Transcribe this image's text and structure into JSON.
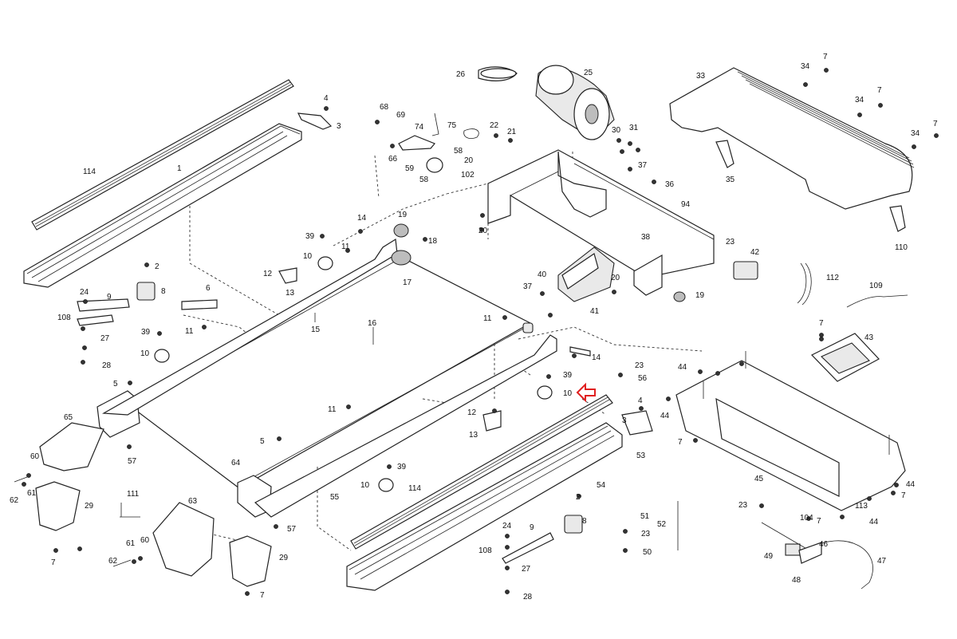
{
  "highlight": {
    "color": "#e02020",
    "points_to": "10"
  },
  "callouts": [
    {
      "id": "c114a",
      "text": "114"
    },
    {
      "id": "c1",
      "text": "1"
    },
    {
      "id": "c3a",
      "text": "3"
    },
    {
      "id": "c4a",
      "text": "4"
    },
    {
      "id": "c68",
      "text": "68"
    },
    {
      "id": "c69",
      "text": "69"
    },
    {
      "id": "c74",
      "text": "74"
    },
    {
      "id": "c75",
      "text": "75"
    },
    {
      "id": "c66",
      "text": "66"
    },
    {
      "id": "c58a",
      "text": "58"
    },
    {
      "id": "c20a",
      "text": "20"
    },
    {
      "id": "c59",
      "text": "59"
    },
    {
      "id": "c58b",
      "text": "58"
    },
    {
      "id": "c102",
      "text": "102"
    },
    {
      "id": "c22",
      "text": "22"
    },
    {
      "id": "c21",
      "text": "21"
    },
    {
      "id": "c26",
      "text": "26"
    },
    {
      "id": "c25",
      "text": "25"
    },
    {
      "id": "c30",
      "text": "30"
    },
    {
      "id": "c31",
      "text": "31"
    },
    {
      "id": "c37a",
      "text": "37"
    },
    {
      "id": "c36",
      "text": "36"
    },
    {
      "id": "c20b",
      "text": "20"
    },
    {
      "id": "c94",
      "text": "94"
    },
    {
      "id": "c38",
      "text": "38"
    },
    {
      "id": "c33",
      "text": "33"
    },
    {
      "id": "c34a",
      "text": "34"
    },
    {
      "id": "c7a",
      "text": "7"
    },
    {
      "id": "c34b",
      "text": "34"
    },
    {
      "id": "c7b",
      "text": "7"
    },
    {
      "id": "c34c",
      "text": "34"
    },
    {
      "id": "c7c",
      "text": "7"
    },
    {
      "id": "c35",
      "text": "35"
    },
    {
      "id": "c110",
      "text": "110"
    },
    {
      "id": "c14a",
      "text": "14"
    },
    {
      "id": "c19a",
      "text": "19"
    },
    {
      "id": "c18",
      "text": "18"
    },
    {
      "id": "c39a",
      "text": "39"
    },
    {
      "id": "c11a",
      "text": "11"
    },
    {
      "id": "c10a",
      "text": "10"
    },
    {
      "id": "c12a",
      "text": "12"
    },
    {
      "id": "c13a",
      "text": "13"
    },
    {
      "id": "c17",
      "text": "17"
    },
    {
      "id": "c2a",
      "text": "2"
    },
    {
      "id": "c8a",
      "text": "8"
    },
    {
      "id": "c6",
      "text": "6"
    },
    {
      "id": "c24a",
      "text": "24"
    },
    {
      "id": "c9a",
      "text": "9"
    },
    {
      "id": "c108a",
      "text": "108"
    },
    {
      "id": "c27a",
      "text": "27"
    },
    {
      "id": "c28a",
      "text": "28"
    },
    {
      "id": "c39b",
      "text": "39"
    },
    {
      "id": "c11b",
      "text": "11"
    },
    {
      "id": "c15",
      "text": "15"
    },
    {
      "id": "c16",
      "text": "16"
    },
    {
      "id": "c10b",
      "text": "10"
    },
    {
      "id": "c40",
      "text": "40"
    },
    {
      "id": "c37b",
      "text": "37"
    },
    {
      "id": "c41",
      "text": "41"
    },
    {
      "id": "c20c",
      "text": "20"
    },
    {
      "id": "c19b",
      "text": "19"
    },
    {
      "id": "c23a",
      "text": "23"
    },
    {
      "id": "c42",
      "text": "42"
    },
    {
      "id": "c11c",
      "text": "11"
    },
    {
      "id": "c14b",
      "text": "14"
    },
    {
      "id": "c112",
      "text": "112"
    },
    {
      "id": "c109",
      "text": "109"
    },
    {
      "id": "c5a",
      "text": "5"
    },
    {
      "id": "c39c",
      "text": "39"
    },
    {
      "id": "c10c",
      "text": "10"
    },
    {
      "id": "c23b",
      "text": "23"
    },
    {
      "id": "c56",
      "text": "56"
    },
    {
      "id": "c7d",
      "text": "7"
    },
    {
      "id": "c43",
      "text": "43"
    },
    {
      "id": "c44a",
      "text": "44"
    },
    {
      "id": "c65",
      "text": "65"
    },
    {
      "id": "c11d",
      "text": "11"
    },
    {
      "id": "c12b",
      "text": "12"
    },
    {
      "id": "c13b",
      "text": "13"
    },
    {
      "id": "c4b",
      "text": "4"
    },
    {
      "id": "c3b",
      "text": "3"
    },
    {
      "id": "c44b",
      "text": "44"
    },
    {
      "id": "c7e",
      "text": "7"
    },
    {
      "id": "c57a",
      "text": "57"
    },
    {
      "id": "c5b",
      "text": "5"
    },
    {
      "id": "c53",
      "text": "53"
    },
    {
      "id": "c60a",
      "text": "60"
    },
    {
      "id": "c61a",
      "text": "61"
    },
    {
      "id": "c62a",
      "text": "62"
    },
    {
      "id": "c64",
      "text": "64"
    },
    {
      "id": "c39d",
      "text": "39"
    },
    {
      "id": "c54",
      "text": "54"
    },
    {
      "id": "c45",
      "text": "45"
    },
    {
      "id": "c29a",
      "text": "29"
    },
    {
      "id": "c55",
      "text": "55"
    },
    {
      "id": "c10d",
      "text": "10"
    },
    {
      "id": "c114b",
      "text": "114"
    },
    {
      "id": "c111",
      "text": "111"
    },
    {
      "id": "c63",
      "text": "63"
    },
    {
      "id": "c2b",
      "text": "2"
    },
    {
      "id": "c8b",
      "text": "8"
    },
    {
      "id": "c51",
      "text": "51"
    },
    {
      "id": "c52",
      "text": "52"
    },
    {
      "id": "c23c",
      "text": "23"
    },
    {
      "id": "c104",
      "text": "104"
    },
    {
      "id": "c113",
      "text": "113"
    },
    {
      "id": "c44c",
      "text": "44"
    },
    {
      "id": "c7f",
      "text": "7"
    },
    {
      "id": "c57b",
      "text": "57"
    },
    {
      "id": "c7g",
      "text": "7"
    },
    {
      "id": "c44d",
      "text": "44"
    },
    {
      "id": "c24b",
      "text": "24"
    },
    {
      "id": "c9b",
      "text": "9"
    },
    {
      "id": "c23d",
      "text": "23"
    },
    {
      "id": "c62b",
      "text": "62"
    },
    {
      "id": "c61b",
      "text": "61"
    },
    {
      "id": "c60b",
      "text": "60"
    },
    {
      "id": "c29b",
      "text": "29"
    },
    {
      "id": "c108b",
      "text": "108"
    },
    {
      "id": "c27b",
      "text": "27"
    },
    {
      "id": "c50",
      "text": "50"
    },
    {
      "id": "c46",
      "text": "46"
    },
    {
      "id": "c49",
      "text": "49"
    },
    {
      "id": "c47",
      "text": "47"
    },
    {
      "id": "c48",
      "text": "48"
    },
    {
      "id": "c7h",
      "text": "7"
    },
    {
      "id": "c28b",
      "text": "28"
    },
    {
      "id": "c7i",
      "text": "7"
    }
  ]
}
